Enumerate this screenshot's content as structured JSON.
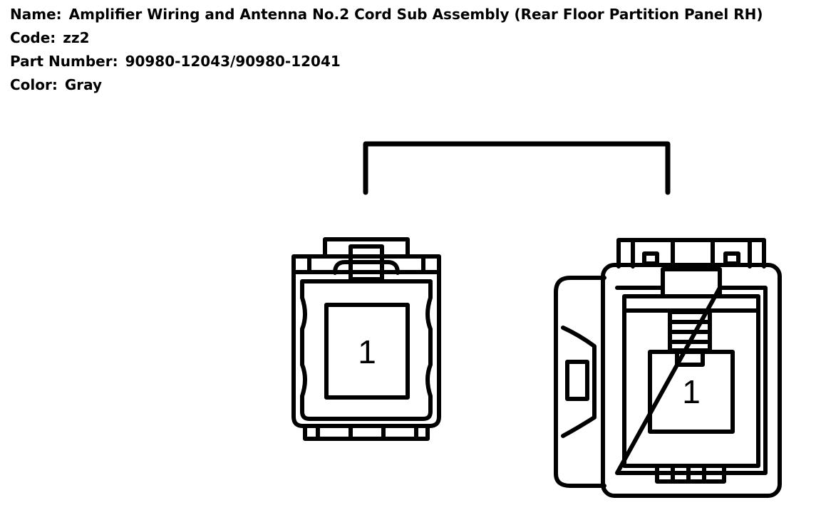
{
  "header": {
    "name_label": "Name:",
    "name_value": "Amplifier Wiring and Antenna No.2 Cord Sub Assembly (Rear Floor Partition Panel RH)",
    "code_label": "Code:",
    "code_value": "zz2",
    "part_number_label": "Part Number:",
    "part_number_value": "90980-12043/90980-12041",
    "color_label": "Color:",
    "color_value": "Gray"
  },
  "diagram": {
    "left_connector": {
      "icon": "connector-female-icon",
      "pin_label": "1"
    },
    "right_connector": {
      "icon": "connector-male-icon",
      "pin_label": "1"
    },
    "line_color": "#000000"
  }
}
